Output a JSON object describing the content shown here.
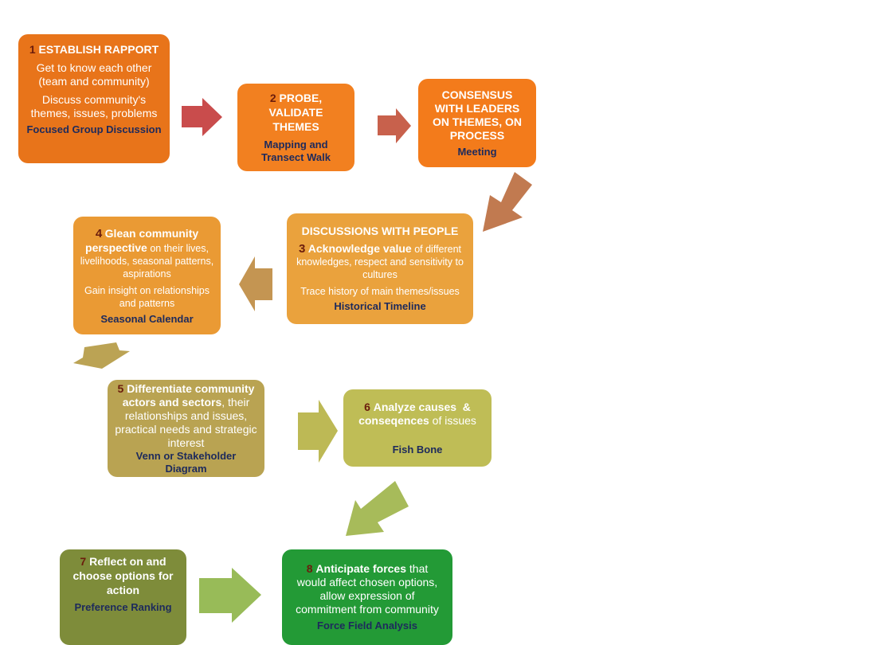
{
  "colors": {
    "step1": "#e8741a",
    "step2": "#f28020",
    "step_consensus": "#f37b1b",
    "step3": "#eaa23d",
    "step4": "#ea9a34",
    "step5": "#b9a352",
    "step6": "#bfbd56",
    "step7": "#7e8c3a",
    "step8": "#239a36",
    "tool_text": "#1d2a5c",
    "number_text": "#6b1c0c",
    "arrow1": "#c94c4c",
    "arrow2": "#c8614c",
    "arrow3": "#c17a50",
    "arrow4": "#c49552",
    "arrow5": "#bba354",
    "arrow6": "#bdb955",
    "arrow7": "#a7bb5a",
    "arrow8": "#98bb58"
  },
  "step1": {
    "number": "1",
    "title": "ESTABLISH RAPPORT",
    "line1": "Get to know each other (team and community)",
    "line2": "Discuss community's themes, issues, problems",
    "tool": "Focused Group Discussion"
  },
  "step2": {
    "number": "2",
    "title": "PROBE, VALIDATE THEMES",
    "tool": "Mapping and Transect Walk"
  },
  "consensus": {
    "title": "CONSENSUS WITH LEADERS ON THEMES, ON PROCESS",
    "tool": "Meeting"
  },
  "step3": {
    "heading": "DISCUSSIONS WITH PEOPLE",
    "number": "3",
    "bold": "Acknowledge value",
    "rest": " of different knowledges, respect and sensitivity to cultures",
    "line2": "Trace history of main themes/issues",
    "tool": "Historical Timeline"
  },
  "step4": {
    "number": "4",
    "bold": "Glean community perspective",
    "rest": " on their lives, livelihoods, seasonal patterns, aspirations",
    "line2": "Gain insight on relationships and patterns",
    "tool": "Seasonal Calendar"
  },
  "step5": {
    "number": "5",
    "bold": "Differentiate community actors and sectors",
    "rest": ", their relationships and issues, practical needs and strategic interest",
    "tool": "Venn or Stakeholder Diagram"
  },
  "step6": {
    "number": "6",
    "bold": "Analyze causes  & conseqences",
    "rest": " of issues",
    "tool": "Fish Bone"
  },
  "step7": {
    "number": "7",
    "title": "Reflect on and choose options for action",
    "tool": "Preference Ranking"
  },
  "step8": {
    "number": "8",
    "bold": "Anticipate forces",
    "rest": " that would affect chosen options, allow expression of commitment from community",
    "tool": "Force Field Analysis"
  }
}
